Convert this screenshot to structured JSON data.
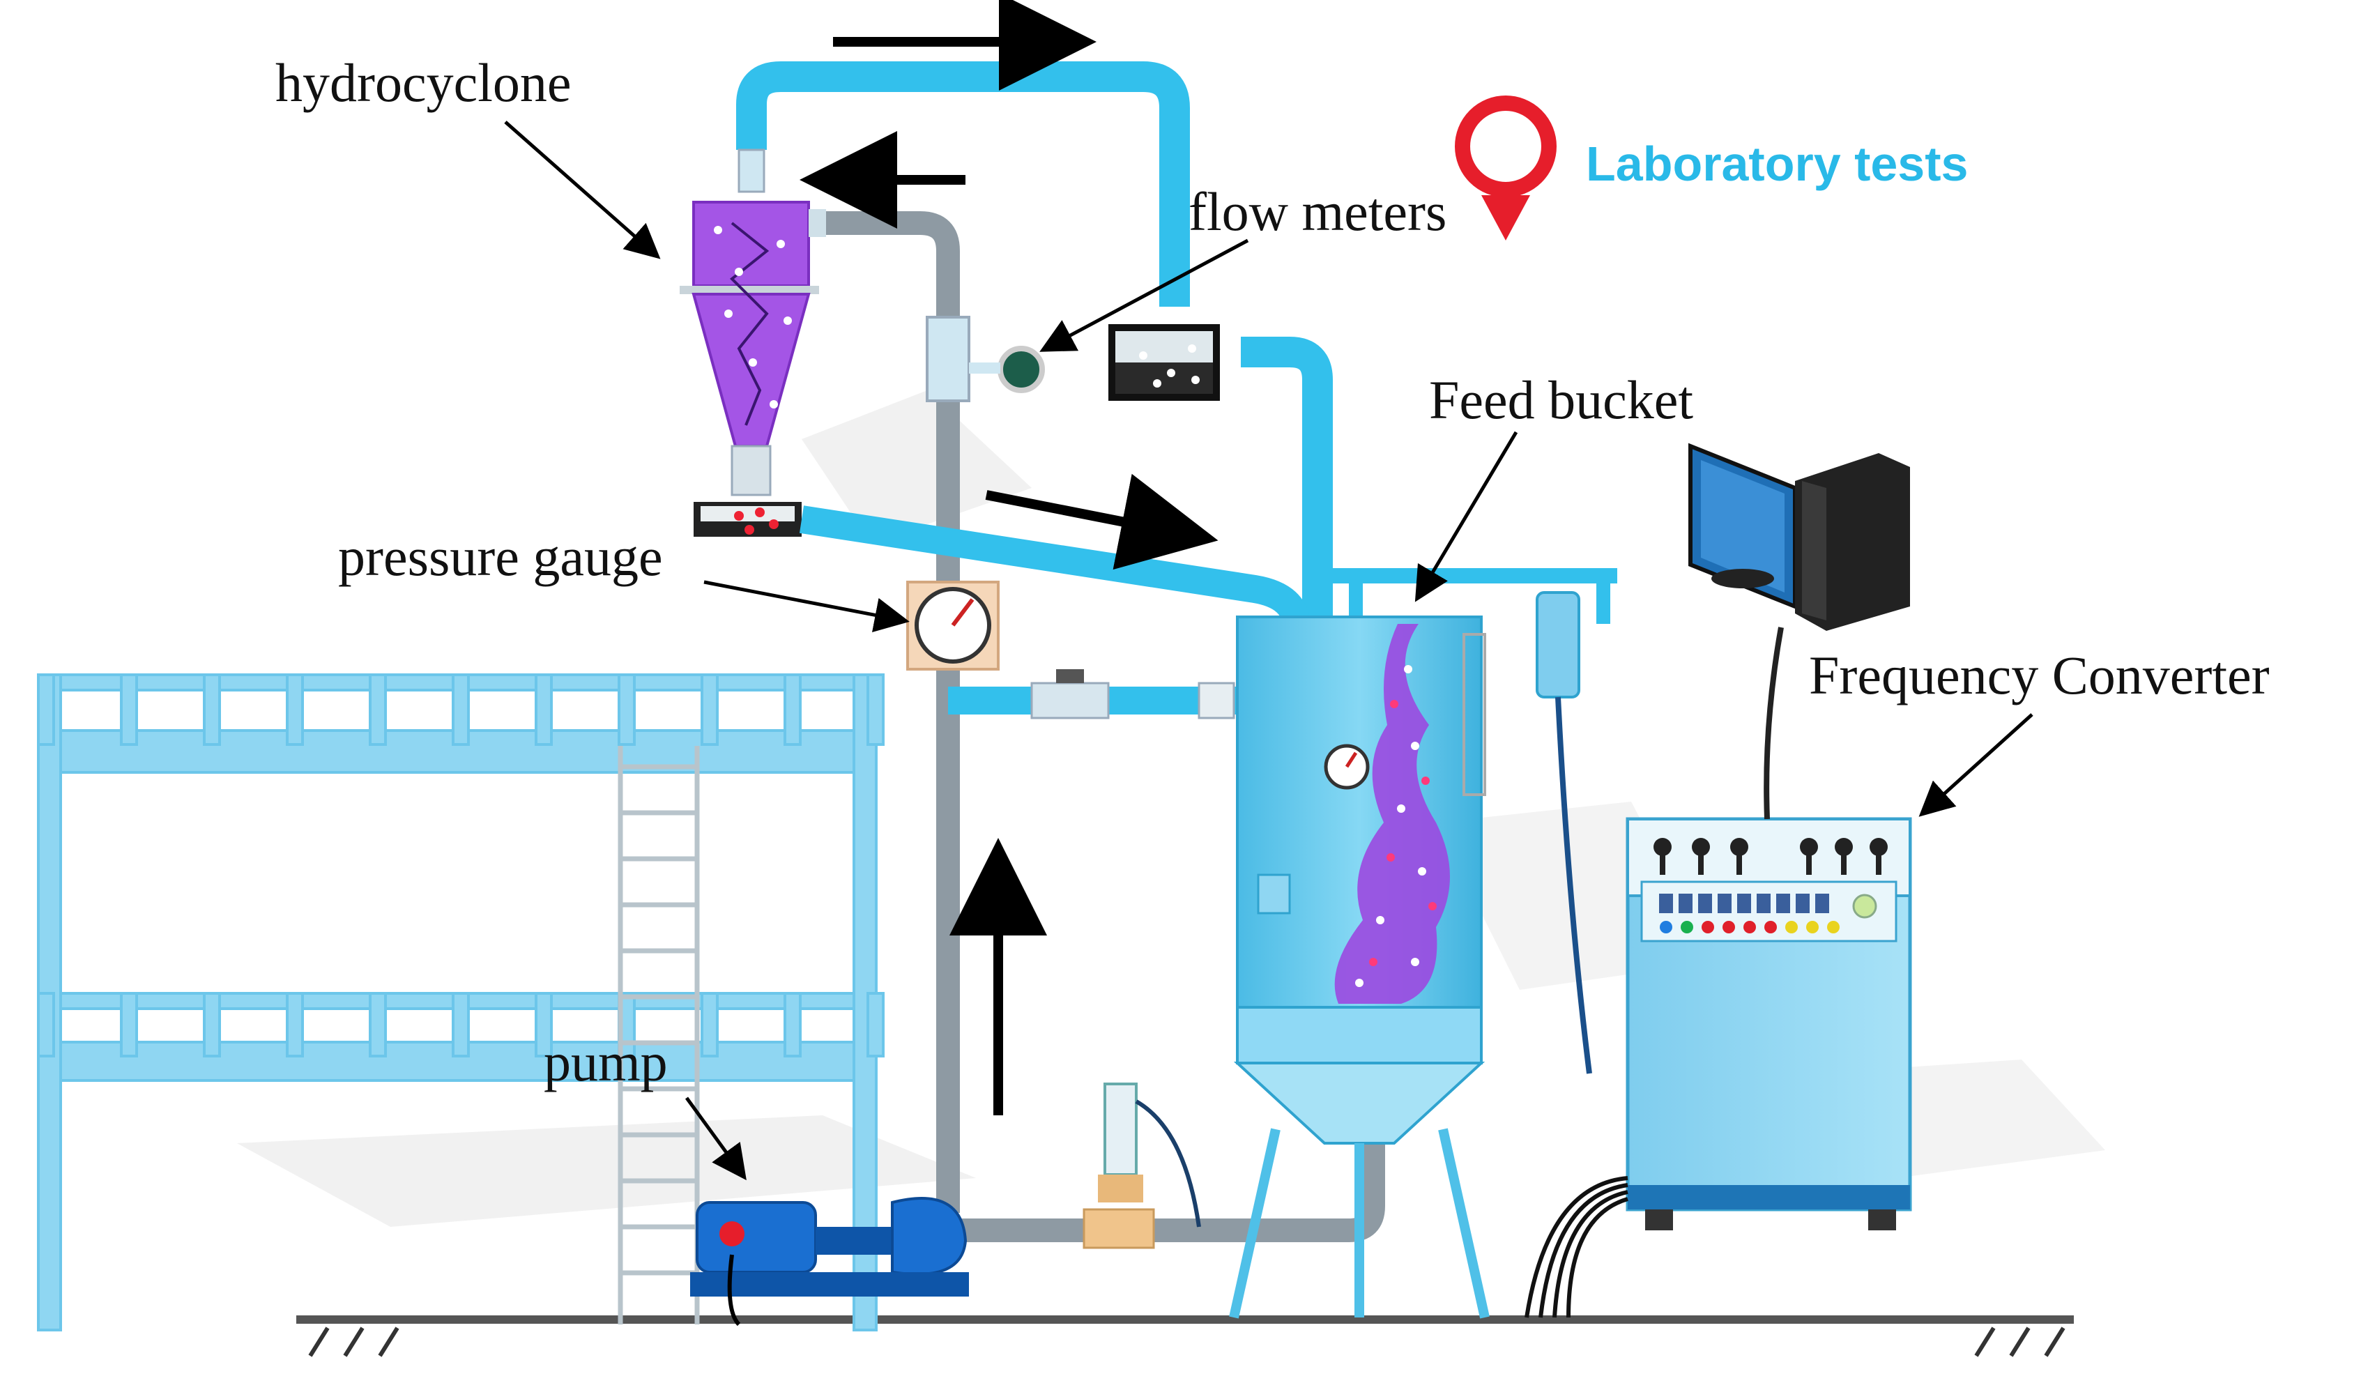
{
  "labels": {
    "hydrocyclone": "hydrocyclone",
    "flow_meters": "flow meters",
    "laboratory_tests": "Laboratory tests",
    "feed_bucket": "Feed bucket",
    "pressure_gauge": "pressure gauge",
    "frequency_converter": "Frequency Converter",
    "pump": "pump"
  },
  "colors": {
    "pipe_blue": "#33c0ec",
    "pipe_gray": "#8e9aa3",
    "frame_blue": "#7fd3f2",
    "vessel_blue": "#5dc6ea",
    "purple": "#9b49e0",
    "pin_red": "#e61e2b",
    "badge_text": "#29b9e8",
    "pump_blue": "#1a6fd1",
    "cabinet_blue": "#8fd6f2"
  },
  "icons": [
    "location-pin-icon",
    "computer-icon"
  ]
}
